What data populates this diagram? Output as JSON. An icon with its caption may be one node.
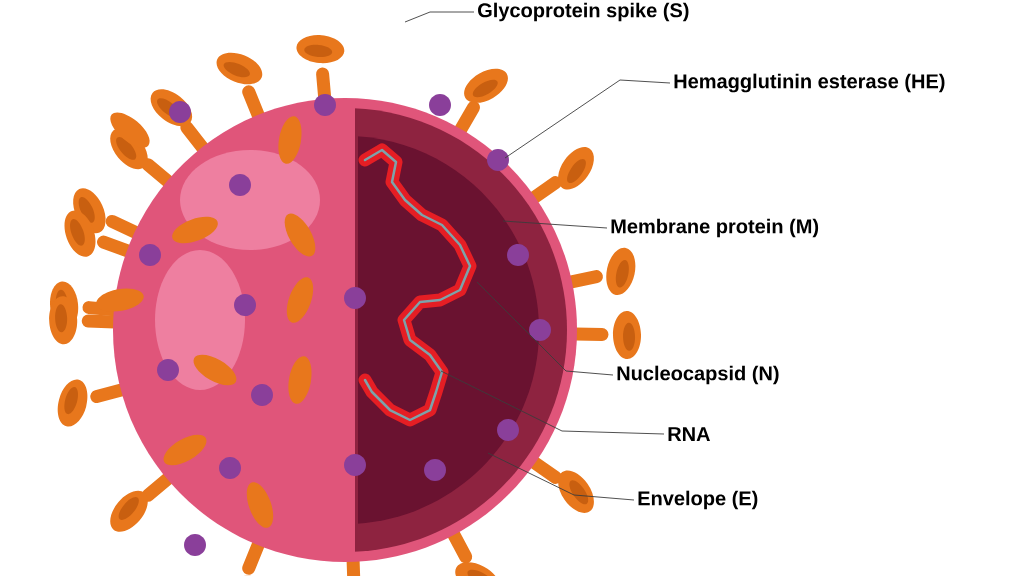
{
  "diagram": {
    "nodes": [
      {
        "text": [
          "Glycoprotein spike (S)"
        ]
      },
      {
        "text": [
          "Hemagglutinin esterase (HE)"
        ]
      },
      {
        "text": [
          "Membrane protein (M)"
        ]
      },
      {
        "text": [
          "Nucleocapsid (N)"
        ]
      },
      {
        "text": [
          "RNA"
        ]
      },
      {
        "text": [
          "Envelope (E)"
        ]
      }
    ],
    "edges": [
      {
        "from": 0,
        "to": null,
        "arrow": "none"
      },
      {
        "from": 1,
        "to": null,
        "arrow": "none"
      },
      {
        "from": 2,
        "to": null,
        "arrow": "none"
      },
      {
        "from": 3,
        "to": null,
        "arrow": "none"
      },
      {
        "from": 4,
        "to": null,
        "arrow": "none"
      },
      {
        "from": 5,
        "to": null,
        "arrow": "none"
      }
    ]
  }
}
